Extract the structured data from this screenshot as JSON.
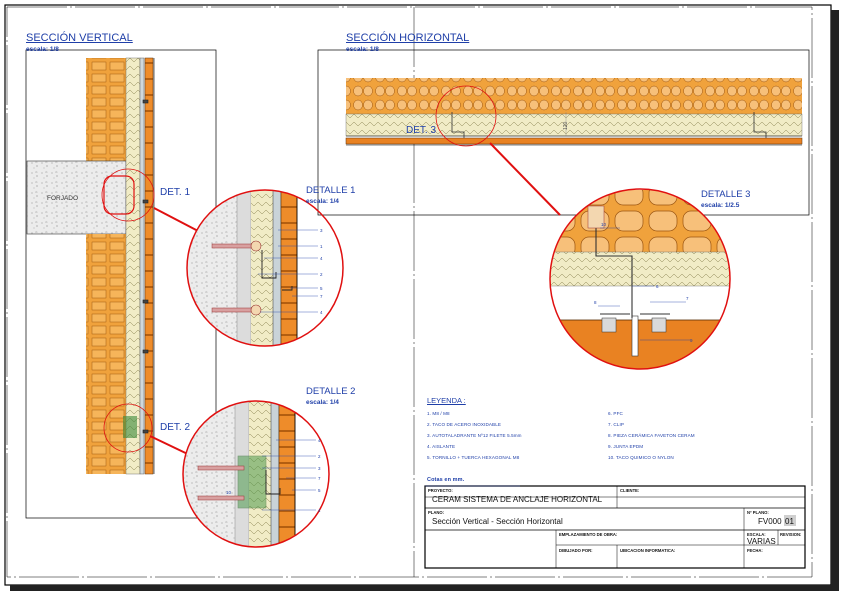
{
  "colors": {
    "accent": "#1f3fa8",
    "brick": "#f0a23c",
    "plate": "#e98222",
    "callout": "#e01010",
    "insulation": "#e8e0a0",
    "concrete": "#e9e9e9"
  },
  "vertical_section": {
    "title": "SECCIÓN VERTICAL",
    "scale": "escala: 1/8",
    "slab_label": "FORJADO",
    "det1": "DET. 1",
    "det2": "DET. 2"
  },
  "horizontal_section": {
    "title": "SECCIÓN HORIZONTAL",
    "scale": "escala: 1/8",
    "det3": "DET. 3",
    "dim": "120"
  },
  "detail1": {
    "title": "DETALLE 1",
    "scale": "escala: 1/4",
    "callouts": [
      "3",
      "1",
      "4",
      "2",
      "5",
      "7",
      "4"
    ]
  },
  "detail2": {
    "title": "DETALLE 2",
    "scale": "escala: 1/4",
    "callouts": [
      "4",
      "2",
      "3",
      "7",
      "5",
      "10",
      "4"
    ]
  },
  "detail3": {
    "title": "DETALLE 3",
    "scale": "escala: 1/2.5",
    "callouts": [
      "10",
      "6",
      "7",
      "8",
      "9"
    ]
  },
  "legend": {
    "title": "LEYENDA :",
    "left": [
      "1. M8 / M8",
      "2. TACO DE ACERO INOXIDABLE",
      "3. AUTOTALADRANTE Nº12 FILETE 5.5mm",
      "4. AISLANTE",
      "5. TORNILLO + TUERCA HEXAGONAL M8"
    ],
    "right": [
      "6. PFC",
      "7. CLIP",
      "8. PIEZA CERÁMICA FAVETON CERAM",
      "9. JUNTA EPDM",
      "10. TACO QUIMICO O NYLON"
    ],
    "units": "Cotas en mm."
  },
  "title_block": {
    "proyecto_label": "PROYECTO:",
    "proyecto_value": "CERAM SISTEMA DE ANCLAJE HORIZONTAL",
    "cliente_label": "CLIENTE:",
    "plano_label": "PLANO:",
    "plano_value": "Sección Vertical - Sección Horizontal",
    "nplano_label": "Nº PLANO:",
    "nplano_value": "FV000",
    "nplano_suffix": "01",
    "emplazamiento_label": "EMPLAZAMIENTO DE OBRA:",
    "escala_label": "ESCALA:",
    "escala_value": "VARIAS",
    "revision_label": "REVISION:",
    "dibujado_label": "DIBUJADO POR:",
    "ubicacion_label": "UBICACION INFORMATICA:",
    "fecha_label": "FECHA:"
  }
}
